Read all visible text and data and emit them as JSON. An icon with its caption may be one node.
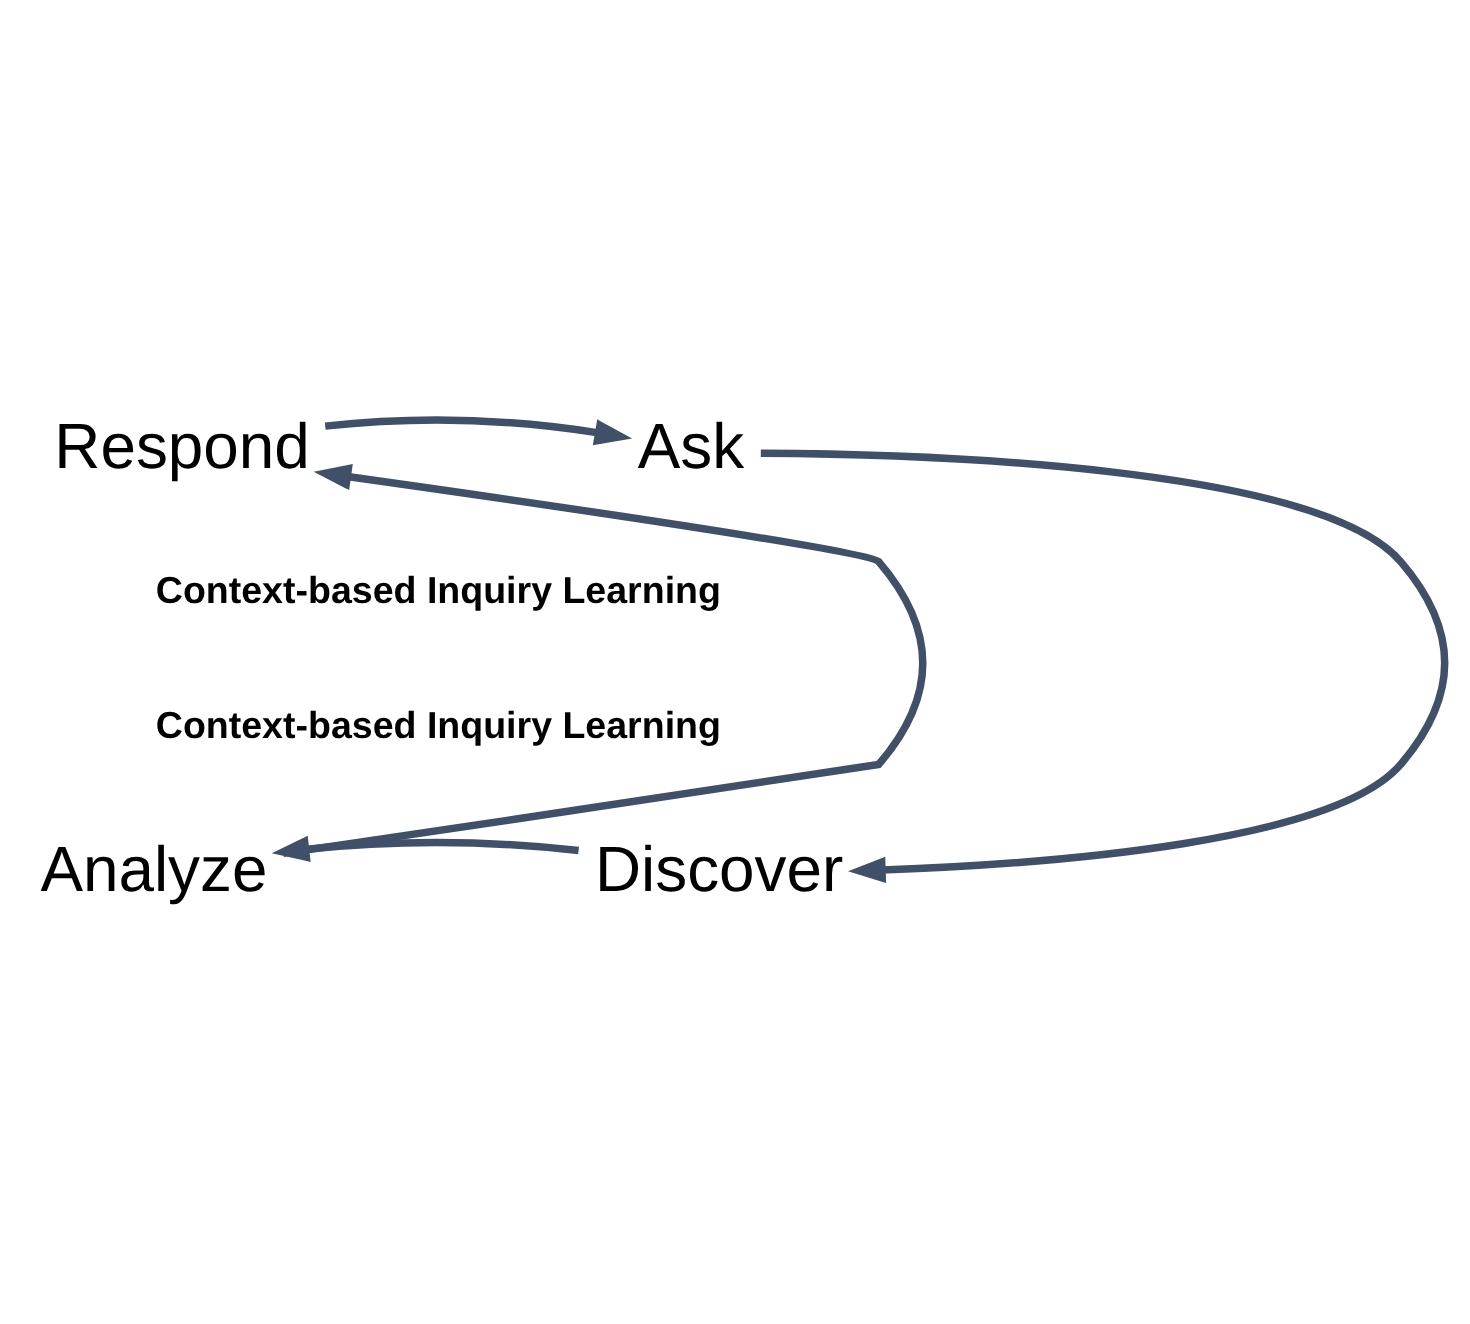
{
  "diagram": {
    "nodes": [
      {
        "text": [
          "Respond"
        ]
      },
      {
        "text": [
          "Ask"
        ]
      },
      {
        "text": [
          "Analyze"
        ]
      },
      {
        "text": [
          "Discover"
        ]
      }
    ],
    "edges": [
      {
        "from": 0,
        "to": 1,
        "arrow": "to"
      },
      {
        "from": 1,
        "to": 3,
        "arrow": "to"
      },
      {
        "from": 3,
        "to": 2,
        "arrow": "to"
      },
      {
        "from": 2,
        "to": 0,
        "arrow": "to"
      }
    ],
    "labels": [
      "Context-based Inquiry Learning",
      "Context-based Inquiry Learning"
    ]
  }
}
